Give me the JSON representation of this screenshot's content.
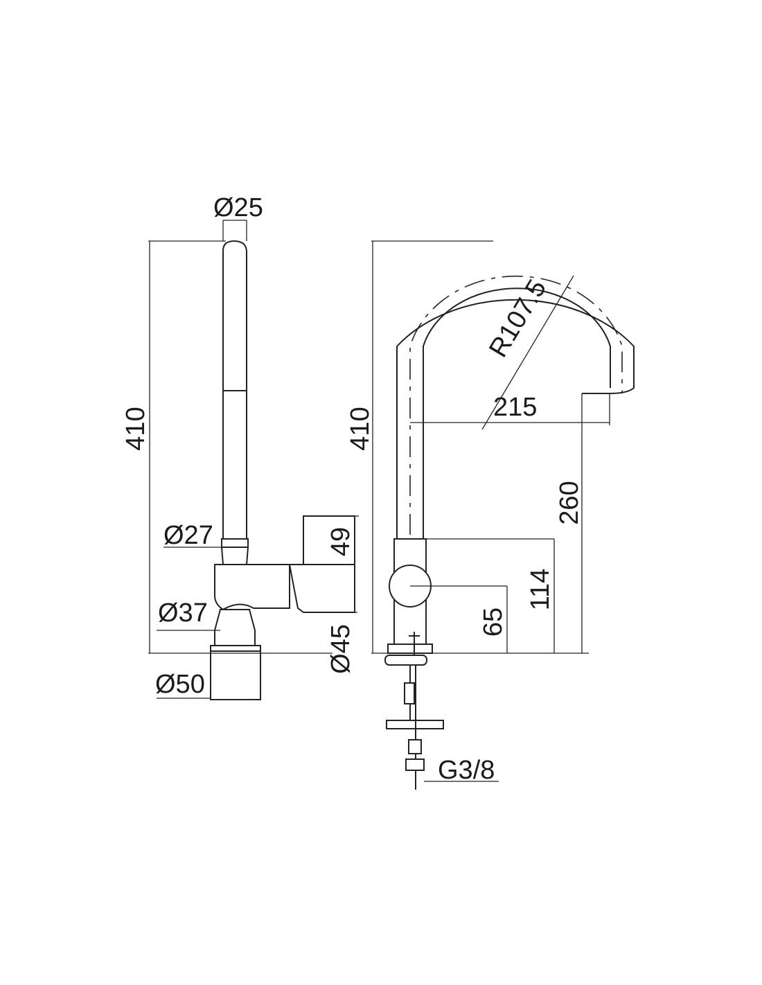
{
  "side_view": {
    "dia_spout": "Ø25",
    "height": "410",
    "dia_neck": "Ø27",
    "lever_height": "49",
    "dia_body": "Ø37",
    "dia_lever": "Ø45",
    "dia_base": "Ø50"
  },
  "front_view": {
    "height": "410",
    "radius": "R107.5",
    "reach": "215",
    "spout_height": "260",
    "body_height": "114",
    "lever_axis_height": "65",
    "connection": "G3/8"
  }
}
